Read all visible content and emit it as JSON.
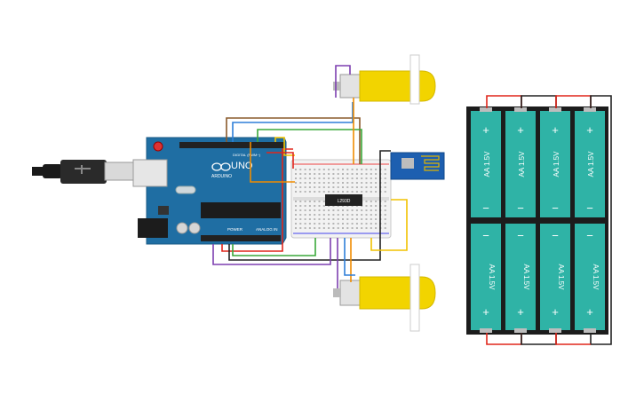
{
  "arduino": {
    "board_label": "UNO",
    "brand_label": "ARDUINO",
    "power_header_label": "POWER",
    "analog_header_label": "ANALOG IN",
    "digital_header_label": "DIGITAL (PWM~)"
  },
  "driver_chip": {
    "label": "L293D"
  },
  "batteries": {
    "cell_label": "AA 1.5V",
    "plus_symbol": "+",
    "minus_symbol": "−"
  },
  "colors": {
    "board": "#1f6ea3",
    "breadboard": "#f2f2f2",
    "motor": "#f2d400",
    "battery": "#2fb3a6",
    "battery_case": "#1c1c1c",
    "wire_red": "#e0261b",
    "wire_black": "#222222",
    "wire_green": "#3aa83a",
    "wire_orange": "#f08c00",
    "wire_yellow": "#f2c200",
    "wire_purple": "#7d3fb0",
    "wire_blue": "#2e7fd8",
    "wire_brown": "#8a5a2b"
  }
}
